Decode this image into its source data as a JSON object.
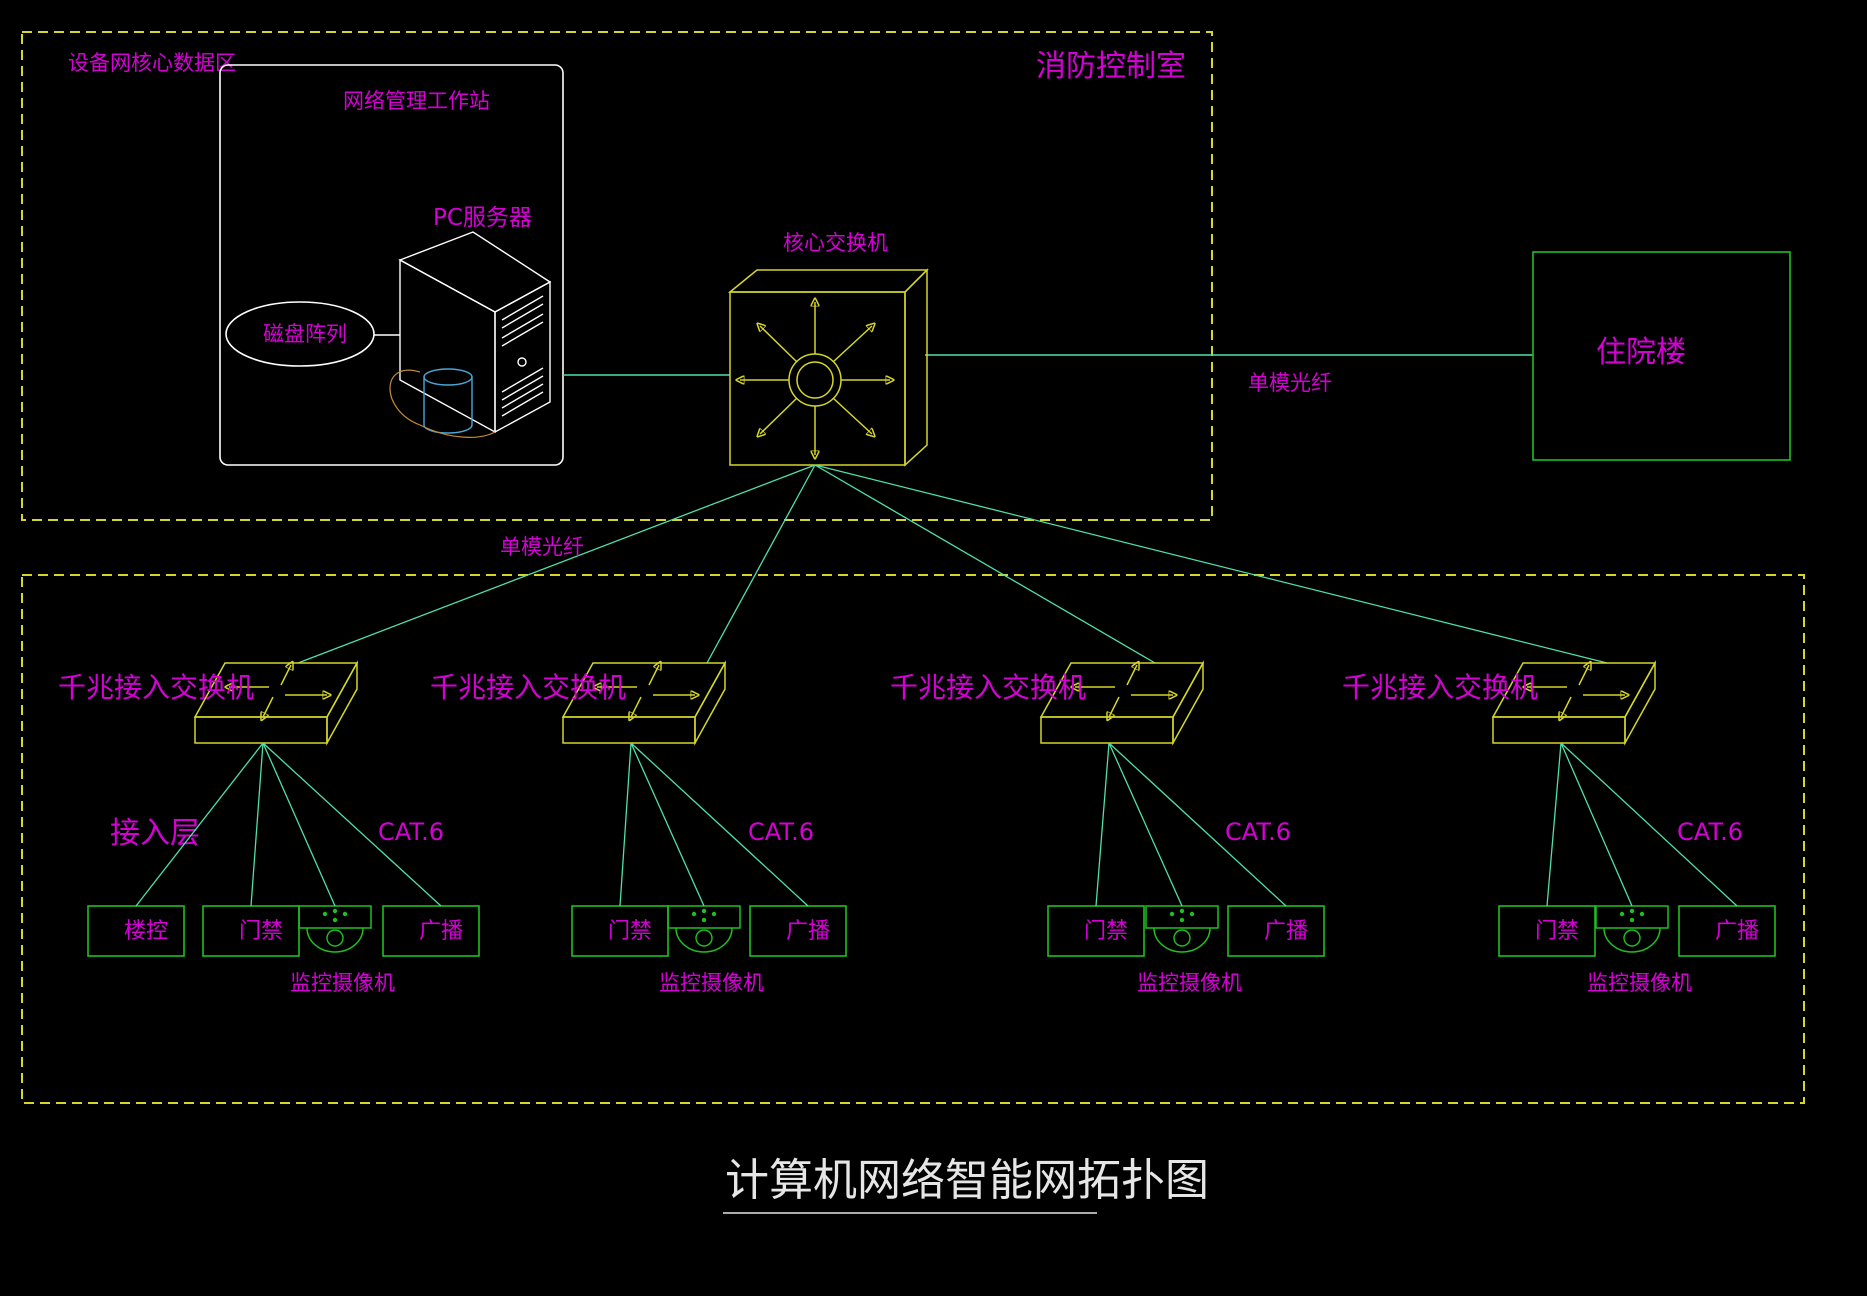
{
  "diagram": {
    "title": "计算机网络智能网拓扑图",
    "zones": {
      "core_zone_label": "设备网核心数据区",
      "fire_control_room": "消防控制室"
    },
    "core": {
      "workstation_label": "网络管理工作站",
      "pc_server_label": "PC服务器",
      "disk_array_label": "磁盘阵列",
      "core_switch_label": "核心交换机"
    },
    "links": {
      "fiber_right": "单模光纤",
      "fiber_down": "单模光纤"
    },
    "inpatient_building": "住院楼",
    "access_layer_label": "接入层",
    "access_groups": [
      {
        "switch_label": "千兆接入交换机",
        "cable_label": "CAT.6",
        "camera_label": "监控摄像机",
        "devices": [
          "楼控",
          "门禁",
          "广播"
        ]
      },
      {
        "switch_label": "千兆接入交换机",
        "cable_label": "CAT.6",
        "camera_label": "监控摄像机",
        "devices": [
          "门禁",
          "广播"
        ]
      },
      {
        "switch_label": "千兆接入交换机",
        "cable_label": "CAT.6",
        "camera_label": "监控摄像机",
        "devices": [
          "门禁",
          "广播"
        ]
      },
      {
        "switch_label": "千兆接入交换机",
        "cable_label": "CAT.6",
        "camera_label": "监控摄像机",
        "devices": [
          "门禁",
          "广播"
        ]
      }
    ],
    "colors": {
      "background": "#000000",
      "labels": "#d400d4",
      "dashed_borders": "#d6d629",
      "device_outline": "#d6d629",
      "links": "#4fe0a8",
      "device_boxes": "#1fc01f",
      "white_outline": "#ffffff"
    }
  }
}
